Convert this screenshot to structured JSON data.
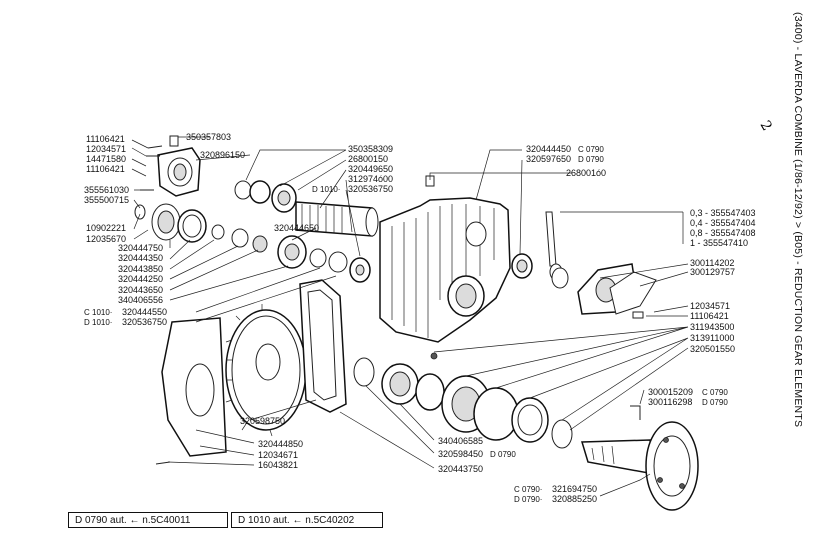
{
  "side_title": "(3400) - LAVERDA COMBINE (1/86-12/92) > (B05) - REDUCTION GEAR ELEMENTS",
  "page_mark": "2",
  "footer": {
    "d0790": "D 0790  aut.  ←  n.5C40011",
    "d1010": "D 1010  aut.  ←  n.5C40202"
  },
  "labels": {
    "l11106421a": "11106421",
    "l12034571a": "12034571",
    "l14471580": "14471580",
    "l11106421b": "11106421",
    "l350357803": "350357803",
    "l320896150": "320896150",
    "l355561030": "355561030",
    "l355500715": "355500715",
    "l10902221": "10902221",
    "l12035670": "12035670",
    "l320444750": "320444750",
    "l320444350": "320444350",
    "l320443850": "320443850",
    "l320444250": "320444250",
    "l320443650": "320443650",
    "l340406556": "340406556",
    "c1010_a": "C 1010·",
    "l320444550": "320444550",
    "d1010_a": "D 1010·",
    "l320536750a": "320536750",
    "l350358309": "350358309",
    "l26800150": "26800150",
    "l320449650": "320449650",
    "l31297400": "312974ó00",
    "d1010_b": "D 1010·",
    "l320536750b": "320536750",
    "l320444650": "320444650",
    "l320444450": "320444450",
    "c0790_a": "C 0790",
    "l320597650": "320597650",
    "d0790_a": "D 0790",
    "l26800100": "268001ó0",
    "r03": "0,3  -  355547403",
    "r04": "0,4  -  355547404",
    "r08": "0,8  -  355547408",
    "r1": "1     -  355547410",
    "l300114202": "300114202",
    "l300129757": "300129757",
    "l12034571b": "12034571",
    "l11106421c": "11106421",
    "l311943500": "311943500",
    "l313911000": "313911000",
    "l320501550": "320501550",
    "l300015209": "300015209",
    "c0790_b": "C 0790",
    "l300116298": "300116298",
    "d0790_b": "D 0790",
    "l320598750": "320598750",
    "l320444850": "320444850",
    "l12034671": "12034671",
    "l16043821": "16043821",
    "l340406585": "340406585",
    "l320598450": "320598450",
    "d0790_c": "D 0790",
    "l320443750": "320443750",
    "c0790_c": "C 0790·",
    "l321694750": "321694750",
    "d0790_d": "D 0790·",
    "l320885250": "320885250"
  }
}
